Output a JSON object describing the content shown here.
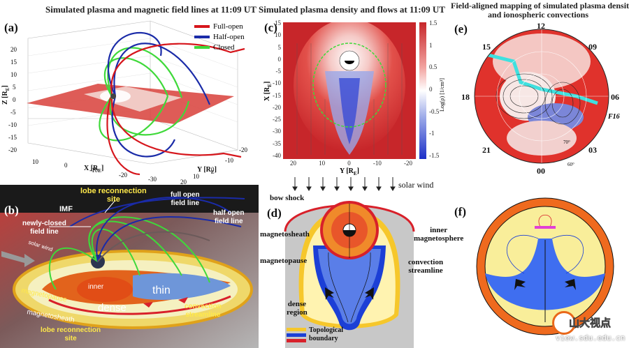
{
  "panel_a": {
    "label": "(a)",
    "title": "Simulated plasma and magnetic field lines at 11:09 UT",
    "legend": [
      {
        "name": "Full-open",
        "color": "#d6161c"
      },
      {
        "name": "Half-open",
        "color": "#1a2ba8"
      },
      {
        "name": "Closed",
        "color": "#3fd93a"
      }
    ],
    "z_label": "Z [R",
    "z_sub": "E",
    "x_label": "X [R",
    "x_sub": "E",
    "y_label": "Y [R",
    "y_sub": "E",
    "z_ticks": [
      "20",
      "15",
      "10",
      "5",
      "0",
      "-5",
      "-10",
      "-15",
      "-20"
    ],
    "x_ticks": [
      "10",
      "0",
      "-10",
      "-20",
      "-30"
    ],
    "y_ticks": [
      "-20",
      "-10",
      "0",
      "10",
      "20"
    ]
  },
  "panel_b": {
    "label": "(b)",
    "labels": {
      "lobe_top": "lobe reconnection\nsite",
      "imf": "IMF",
      "newly_closed": "newly-closed\nfield line",
      "solar_wind": "solar wind",
      "full_open": "full open\nfield line",
      "half_open": "half open\nfield line",
      "inner": "inner",
      "dense": "dense",
      "thin": "thin",
      "magnetopause": "magnetopause",
      "magnetosheath": "magnetosheath",
      "convection": "convection\nstreamline",
      "lobe_bottom": "lobe reconnection\nsite"
    }
  },
  "panel_c": {
    "label": "(c)",
    "title": "Simulated plasma density and flows at 11:09 UT",
    "x_label": "X [R",
    "x_sub": "E",
    "y_label": "Y [R",
    "y_sub": "E",
    "cbar_label": "Log(ρ) [1/cm³]",
    "cbar_ticks": [
      "1.5",
      "1",
      "0.5",
      "0",
      "-0.5",
      "-1",
      "-1.5"
    ],
    "x_ticks": [
      "15",
      "10",
      "5",
      "0",
      "-5",
      "-10",
      "-15",
      "-20",
      "-25",
      "-30",
      "-35",
      "-40"
    ],
    "y_ticks": [
      "20",
      "10",
      "0",
      "-10",
      "-20"
    ]
  },
  "panel_d": {
    "label": "(d)",
    "labels": {
      "solar_wind": "solar wind",
      "bow_shock": "bow shock",
      "magnetosheath": "magnetosheath",
      "inner": "inner\nmagnetosphere",
      "magnetopause": "magnetopause",
      "convection": "convection\nstreamline",
      "dense": "dense\nregion"
    },
    "legend_title": "Topological",
    "legend_sub": "boundary",
    "colors": {
      "yellow": "#f6c72b",
      "blue": "#1c3fd6",
      "red": "#d8202a"
    }
  },
  "panel_e": {
    "label": "(e)",
    "title": "Field-aligned mapping of simulated plasma density\nand ionospheric convections",
    "hours": {
      "h12": "12",
      "h15": "15",
      "h09": "09",
      "h18": "18",
      "h06": "06",
      "h21": "21",
      "h03": "03",
      "h00": "00"
    },
    "f16": "F16",
    "lat60": "60°",
    "lat70": "70°"
  },
  "panel_f": {
    "label": "(f)"
  },
  "watermark": {
    "brand": "山大视点",
    "url": "view.sdu.edu.cn"
  }
}
